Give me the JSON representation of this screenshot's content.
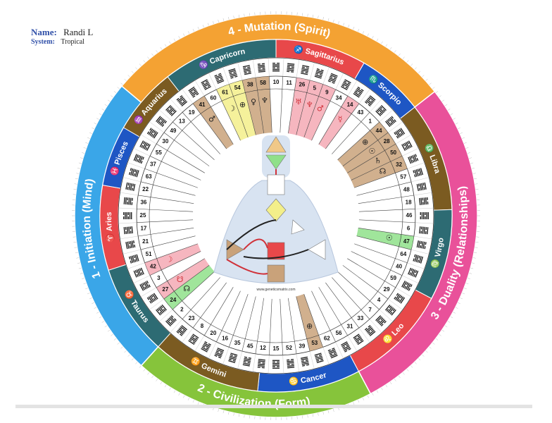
{
  "header": {
    "name_label": "Name:",
    "name_value": "Randi L",
    "system_label": "System:",
    "system_value": "Tropical"
  },
  "quarters": [
    {
      "label": "4 - Mutation (Spirit)",
      "color": "#f4a233",
      "a0": 310,
      "a1": 52
    },
    {
      "label": "3 - Duality (Relationships)",
      "color": "#e9519a",
      "a0": 52,
      "a1": 152
    },
    {
      "label": "2 - Civilization (Form)",
      "color": "#86c43b",
      "a0": 152,
      "a1": 222
    },
    {
      "label": "1 - Initiation (Mind)",
      "color": "#3aa6e8",
      "a0": 222,
      "a1": 310
    }
  ],
  "signs": [
    {
      "name": "Capricorn",
      "glyph": "♑",
      "color": "#2d6b73",
      "a0": 322,
      "a1": 0
    },
    {
      "name": "Sagittarius",
      "glyph": "♐",
      "color": "#e8484a",
      "a0": 0,
      "a1": 30
    },
    {
      "name": "Scorpio",
      "glyph": "♏",
      "color": "#1e56c4",
      "a0": 30,
      "a1": 52
    },
    {
      "name": "Libra",
      "glyph": "♎",
      "color": "#7b5b21",
      "a0": 52,
      "a1": 88
    },
    {
      "name": "Virgo",
      "glyph": "♍",
      "color": "#2d6b73",
      "a0": 88,
      "a1": 118
    },
    {
      "name": "Leo",
      "glyph": "♌",
      "color": "#e8484a",
      "a0": 118,
      "a1": 152
    },
    {
      "name": "Cancer",
      "glyph": "♋",
      "color": "#1e56c4",
      "a0": 152,
      "a1": 186
    },
    {
      "name": "Gemini",
      "glyph": "♊",
      "color": "#7b5b21",
      "a0": 186,
      "a1": 222
    },
    {
      "name": "Taurus",
      "glyph": "♉",
      "color": "#2d6b73",
      "a0": 222,
      "a1": 252
    },
    {
      "name": "Aries",
      "glyph": "♈",
      "color": "#e8484a",
      "a0": 252,
      "a1": 280
    },
    {
      "name": "Pisces",
      "glyph": "♓",
      "color": "#1e56c4",
      "a0": 280,
      "a1": 300
    },
    {
      "name": "Aquarius",
      "glyph": "♒",
      "color": "#7b5b21",
      "a0": 300,
      "a1": 322
    }
  ],
  "gates": [
    "10",
    "11",
    "26",
    "5",
    "9",
    "34",
    "14",
    "43",
    "1",
    "44",
    "28",
    "50",
    "32",
    "57",
    "48",
    "18",
    "46",
    "6",
    "47",
    "64",
    "40",
    "59",
    "29",
    "4",
    "7",
    "33",
    "13",
    "49",
    "30",
    "55",
    "37",
    "63",
    "22",
    "36",
    "25",
    "17",
    "21",
    "51",
    "42",
    "3",
    "27",
    "24",
    "2",
    "23",
    "8",
    "20",
    "16",
    "35",
    "45",
    "12",
    "15",
    "52",
    "39",
    "53",
    "62",
    "56",
    "31",
    "33",
    "7",
    "4",
    "29",
    "59",
    "40",
    "64",
    "47",
    "6",
    "46",
    "18",
    "48",
    "57",
    "32",
    "50",
    "28",
    "44",
    "1",
    "43",
    "14",
    "34",
    "9",
    "5",
    "26",
    "11",
    "10",
    "58",
    "38",
    "54",
    "61",
    "60",
    "41",
    "19",
    "13",
    "49",
    "30",
    "55",
    "37",
    "63",
    "22",
    "36",
    "25",
    "17",
    "21",
    "51",
    "42",
    "3",
    "27",
    "24",
    "2",
    "23",
    "8",
    "20",
    "16",
    "35",
    "45",
    "12",
    "15",
    "52",
    "39",
    "53",
    "62",
    "56",
    "31",
    "33",
    "7"
  ],
  "gate_ring": [
    "10",
    "11",
    "26",
    "5",
    "9",
    "34",
    "14",
    "43",
    "1",
    "44",
    "28",
    "50",
    "32",
    "57",
    "48",
    "18",
    "46",
    "6",
    "47",
    "64",
    "40",
    "59",
    "29",
    "4",
    "7",
    "33",
    "31",
    "56",
    "62",
    "53",
    "39",
    "52",
    "15",
    "12",
    "45",
    "35",
    "16",
    "20",
    "8",
    "23",
    "2",
    "24",
    "27",
    "3",
    "42",
    "51",
    "21",
    "17",
    "25",
    "36",
    "22",
    "63",
    "37",
    "55",
    "30",
    "49",
    "13",
    "19",
    "41",
    "60",
    "61",
    "54",
    "38",
    "58"
  ],
  "highlights": [
    {
      "gate": "26",
      "color": "#f4a9b4"
    },
    {
      "gate": "5",
      "color": "#f4a9b4"
    },
    {
      "gate": "9",
      "color": "#f4a9b4"
    },
    {
      "gate": "14",
      "color": "#f4a9b4"
    },
    {
      "gate": "44",
      "color": "#c9a27a"
    },
    {
      "gate": "28",
      "color": "#c9a27a"
    },
    {
      "gate": "50",
      "color": "#c9a27a"
    },
    {
      "gate": "32",
      "color": "#c9a27a"
    },
    {
      "gate": "47",
      "color": "#8fe08a"
    },
    {
      "gate": "53",
      "color": "#c9a27a"
    },
    {
      "gate": "24",
      "color": "#8fe08a"
    },
    {
      "gate": "27",
      "color": "#f4a9b4"
    },
    {
      "gate": "42",
      "color": "#f4a9b4"
    },
    {
      "gate": "41",
      "color": "#c9a27a"
    },
    {
      "gate": "61",
      "color": "#f3ef8a"
    },
    {
      "gate": "54",
      "color": "#f3ef8a"
    },
    {
      "gate": "38",
      "color": "#c9a27a"
    },
    {
      "gate": "58",
      "color": "#c9a27a"
    }
  ],
  "site_text": "www.geneticsmatrix.com"
}
